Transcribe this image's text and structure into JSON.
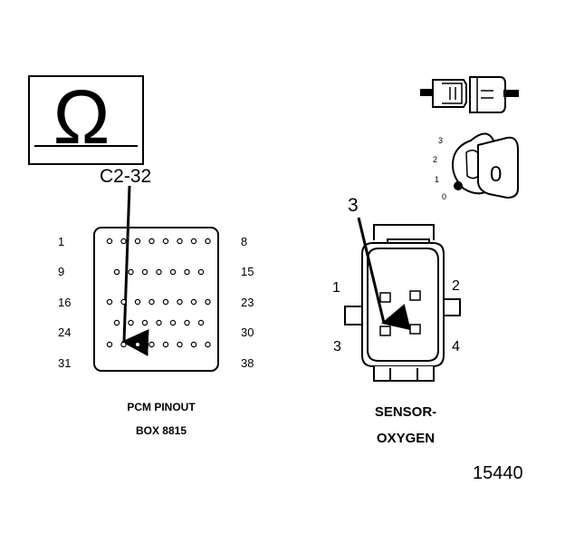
{
  "ohmmeter": {
    "symbol": "Ω"
  },
  "pcm": {
    "callout": "C2-32",
    "left_row_labels": [
      "1",
      "9",
      "16",
      "24",
      "31"
    ],
    "right_row_labels": [
      "8",
      "15",
      "23",
      "30",
      "38"
    ],
    "caption_line1": "PCM PINOUT",
    "caption_line2": "BOX 8815"
  },
  "ignition_switch": {
    "positions": [
      "3",
      "2",
      "1",
      "0"
    ],
    "key_label": "0"
  },
  "oxygen_sensor": {
    "callout": "3",
    "pin_labels": {
      "p1": "1",
      "p2": "2",
      "p3": "3",
      "p4": "4"
    },
    "caption_line1": "SENSOR-",
    "caption_line2": "OXYGEN"
  },
  "figure_number": "15440"
}
